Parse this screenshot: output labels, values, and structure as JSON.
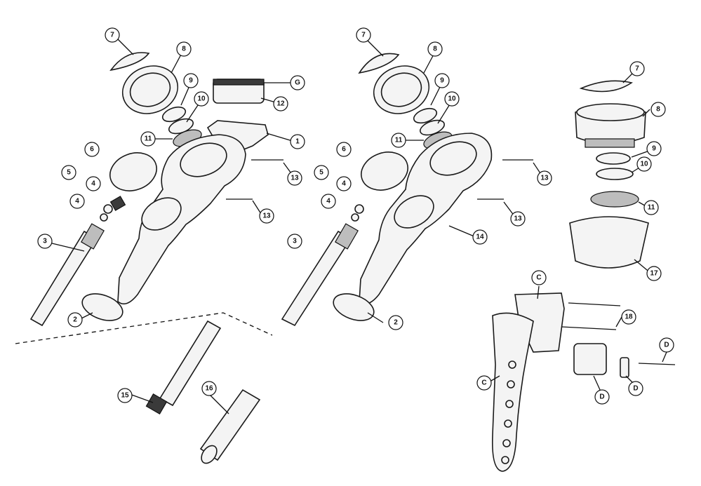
{
  "callouts": [
    {
      "label": "7"
    },
    {
      "label": "8"
    },
    {
      "label": "9"
    },
    {
      "label": "10"
    },
    {
      "label": "G"
    },
    {
      "label": "12"
    },
    {
      "label": "11"
    },
    {
      "label": "1"
    },
    {
      "label": "6"
    },
    {
      "label": "5"
    },
    {
      "label": "4"
    },
    {
      "label": "4"
    },
    {
      "label": "13"
    },
    {
      "label": "13"
    },
    {
      "label": "3"
    },
    {
      "label": "2"
    },
    {
      "label": "15"
    },
    {
      "label": "16"
    },
    {
      "label": "7"
    },
    {
      "label": "8"
    },
    {
      "label": "9"
    },
    {
      "label": "10"
    },
    {
      "label": "11"
    },
    {
      "label": "6"
    },
    {
      "label": "5"
    },
    {
      "label": "4"
    },
    {
      "label": "4"
    },
    {
      "label": "13"
    },
    {
      "label": "13"
    },
    {
      "label": "14"
    },
    {
      "label": "3"
    },
    {
      "label": "2"
    },
    {
      "label": "7"
    },
    {
      "label": "8"
    },
    {
      "label": "9"
    },
    {
      "label": "10"
    },
    {
      "label": "11"
    },
    {
      "label": "17"
    },
    {
      "label": "C"
    },
    {
      "label": "18"
    },
    {
      "label": "C"
    },
    {
      "label": "D"
    },
    {
      "label": "D"
    },
    {
      "label": "D"
    }
  ]
}
